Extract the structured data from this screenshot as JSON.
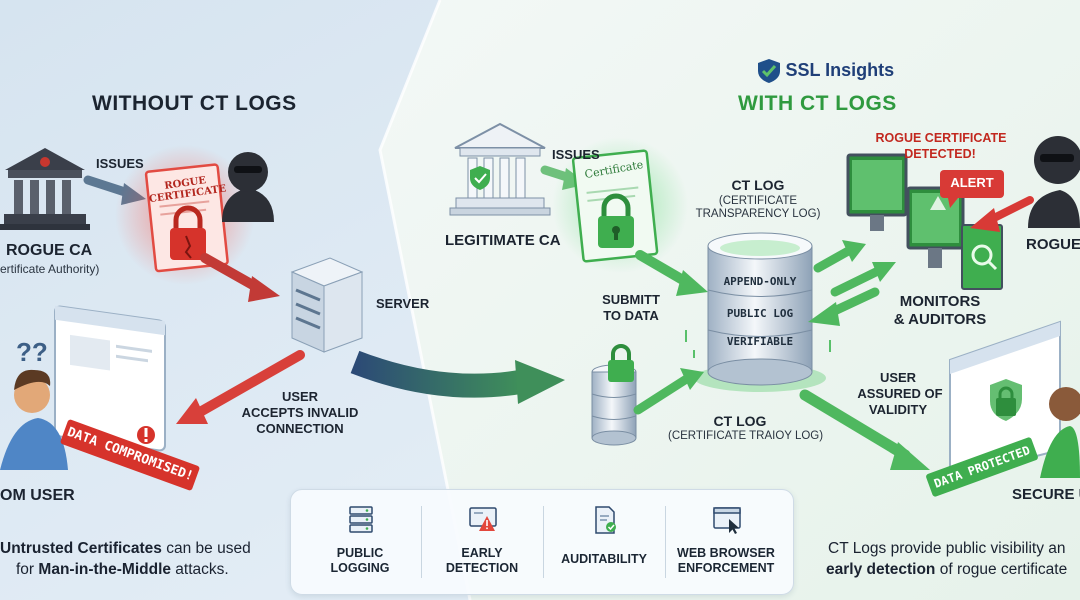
{
  "brand": {
    "name": "SSL Insights"
  },
  "left": {
    "heading": "WITHOUT CT LOGS",
    "issues_label": "ISSUES",
    "rogue_certificate_label": "ROGUE CERTIFICATE",
    "rogue_ca_title": "ROGUE CA",
    "rogue_ca_subtitle": "ertificate Authority)",
    "server_label": "SERVER",
    "user_accepts_line1": "USER",
    "user_accepts_line2": "ACCEPTS INVALID",
    "user_accepts_line3": "CONNECTION",
    "question_marks": "??",
    "data_compromised_badge": "DATA COMPROMISED!",
    "victim_label": "OM USER",
    "caption_line1_bold": "Untrusted Certificates",
    "caption_line1_rest": " can be used",
    "caption_line2_pre": "for ",
    "caption_line2_bold": "Man-in-the-Middle",
    "caption_line2_rest": " attacks."
  },
  "right": {
    "heading": "WITH CT LOGS",
    "issues_label": "ISSUES",
    "certificate_label": "Certificate",
    "legitimate_ca_label": "LEGITIMATE CA",
    "ct_log_title": "CT LOG",
    "ct_log_subtitle_line1": "(CERTIFICATE",
    "ct_log_subtitle_line2": "TRANSPARENCY LOG)",
    "append_only": "APPEND-ONLY",
    "public_log": "PUBLIC LOG",
    "verifiable": "VERIFIABLE",
    "submit_line1": "SUBMITT",
    "submit_line2": "TO DATA",
    "ct_log_lower_title": "CT LOG",
    "ct_log_lower_subtitle": "(CERTIFICATE TRAIOY LOG)",
    "rogue_detected_line1": "ROGUE CERTIFICATE",
    "rogue_detected_line2": "DETECTED!",
    "alert_label": "ALERT",
    "rogue_label": "ROGUE",
    "monitors_line1": "MONITORS",
    "monitors_line2": "& AUDITORS",
    "user_assured_line1": "USER",
    "user_assured_line2": "ASSURED OF",
    "user_assured_line3": "VALIDITY",
    "data_protected_badge": "DATA PROTECTED",
    "secure_user_label": "SECURE U",
    "caption_line1": "CT Logs provide public visibility an",
    "caption_line2_bold": "early detection",
    "caption_line2_rest": " of rogue certificate"
  },
  "features": [
    {
      "icon": "server-stack-icon",
      "line1": "PUBLIC",
      "line2": "LOGGING"
    },
    {
      "icon": "warning-screen-icon",
      "line1": "EARLY",
      "line2": "DETECTION"
    },
    {
      "icon": "audit-document-icon",
      "line1": "AUDITABILITY",
      "line2": ""
    },
    {
      "icon": "browser-cursor-icon",
      "line1": "WEB BROWSER",
      "line2": "ENFORCEMENT"
    }
  ],
  "colors": {
    "danger_red": "#d83a36",
    "safe_green": "#3fae4f",
    "navy_arrow": "#2f4f7a",
    "heading_green": "#2f9a3f"
  }
}
